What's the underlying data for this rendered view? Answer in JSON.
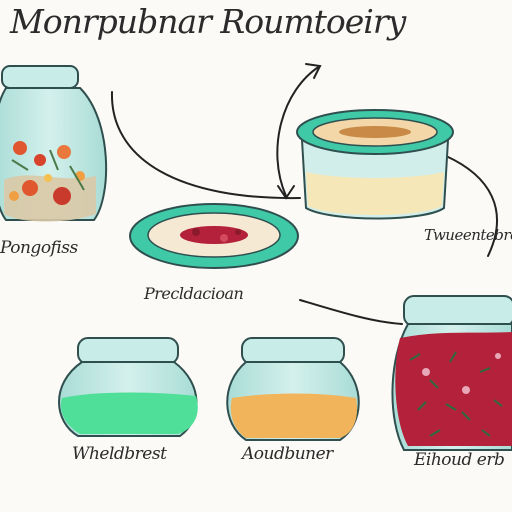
{
  "title": "Monrpubnar Roumtoeiry",
  "labels": {
    "top_left_jar": "Pongofiss",
    "right_container": "Twueentebreo",
    "center_dish": "Precldacioan",
    "bottom_left_jar": "Wheldbrest",
    "bottom_middle_jar": "Aoudbuner",
    "bottom_right_jar": "Eihoud erb"
  },
  "colors": {
    "glass": "#bfe6e2",
    "glass_outline": "#2f4f4f",
    "teal_rim": "#3fc9a6",
    "green_liquid": "#4fdf98",
    "orange_grain": "#f2b45a",
    "cream_liquid": "#f6e7b8",
    "red_contents": "#b3223a",
    "ink": "#222222"
  }
}
